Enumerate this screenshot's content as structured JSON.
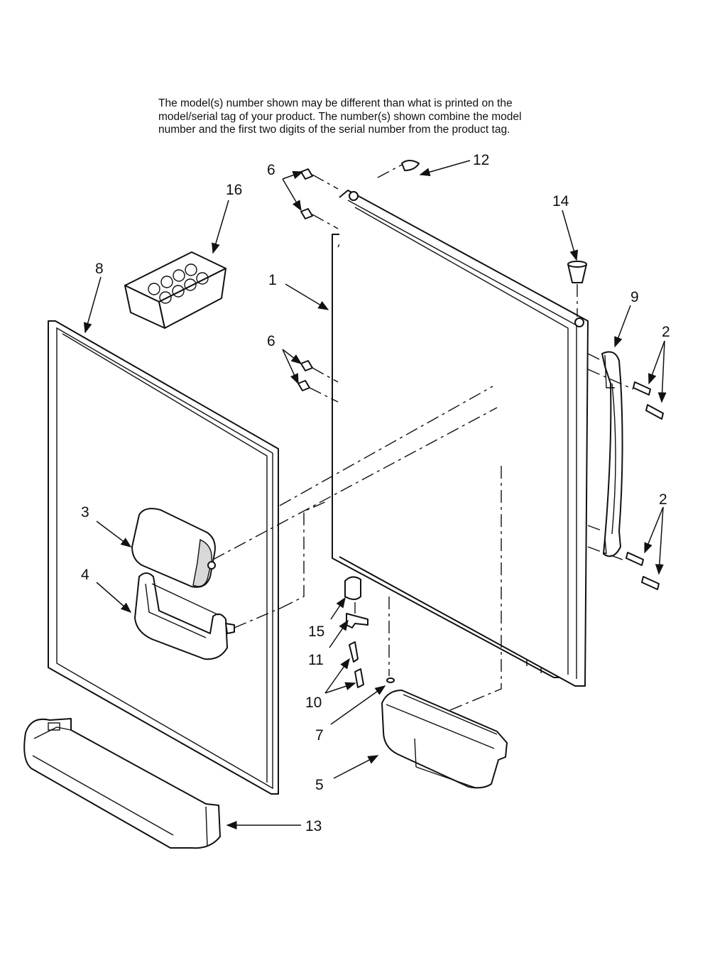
{
  "note": {
    "lines": [
      "The model(s) number shown may be different than what is printed on the",
      "model/serial tag of your product. The number(s) shown combine the model",
      "number and the first two digits of the serial number from the product tag."
    ]
  },
  "callouts": {
    "c1": "1",
    "c2a": "2",
    "c2b": "2",
    "c3": "3",
    "c4": "4",
    "c5": "5",
    "c6a": "6",
    "c6b": "6",
    "c7": "7",
    "c8": "8",
    "c9": "9",
    "c10": "10",
    "c11": "11",
    "c12": "12",
    "c13": "13",
    "c14": "14",
    "c15": "15",
    "c16": "16"
  }
}
